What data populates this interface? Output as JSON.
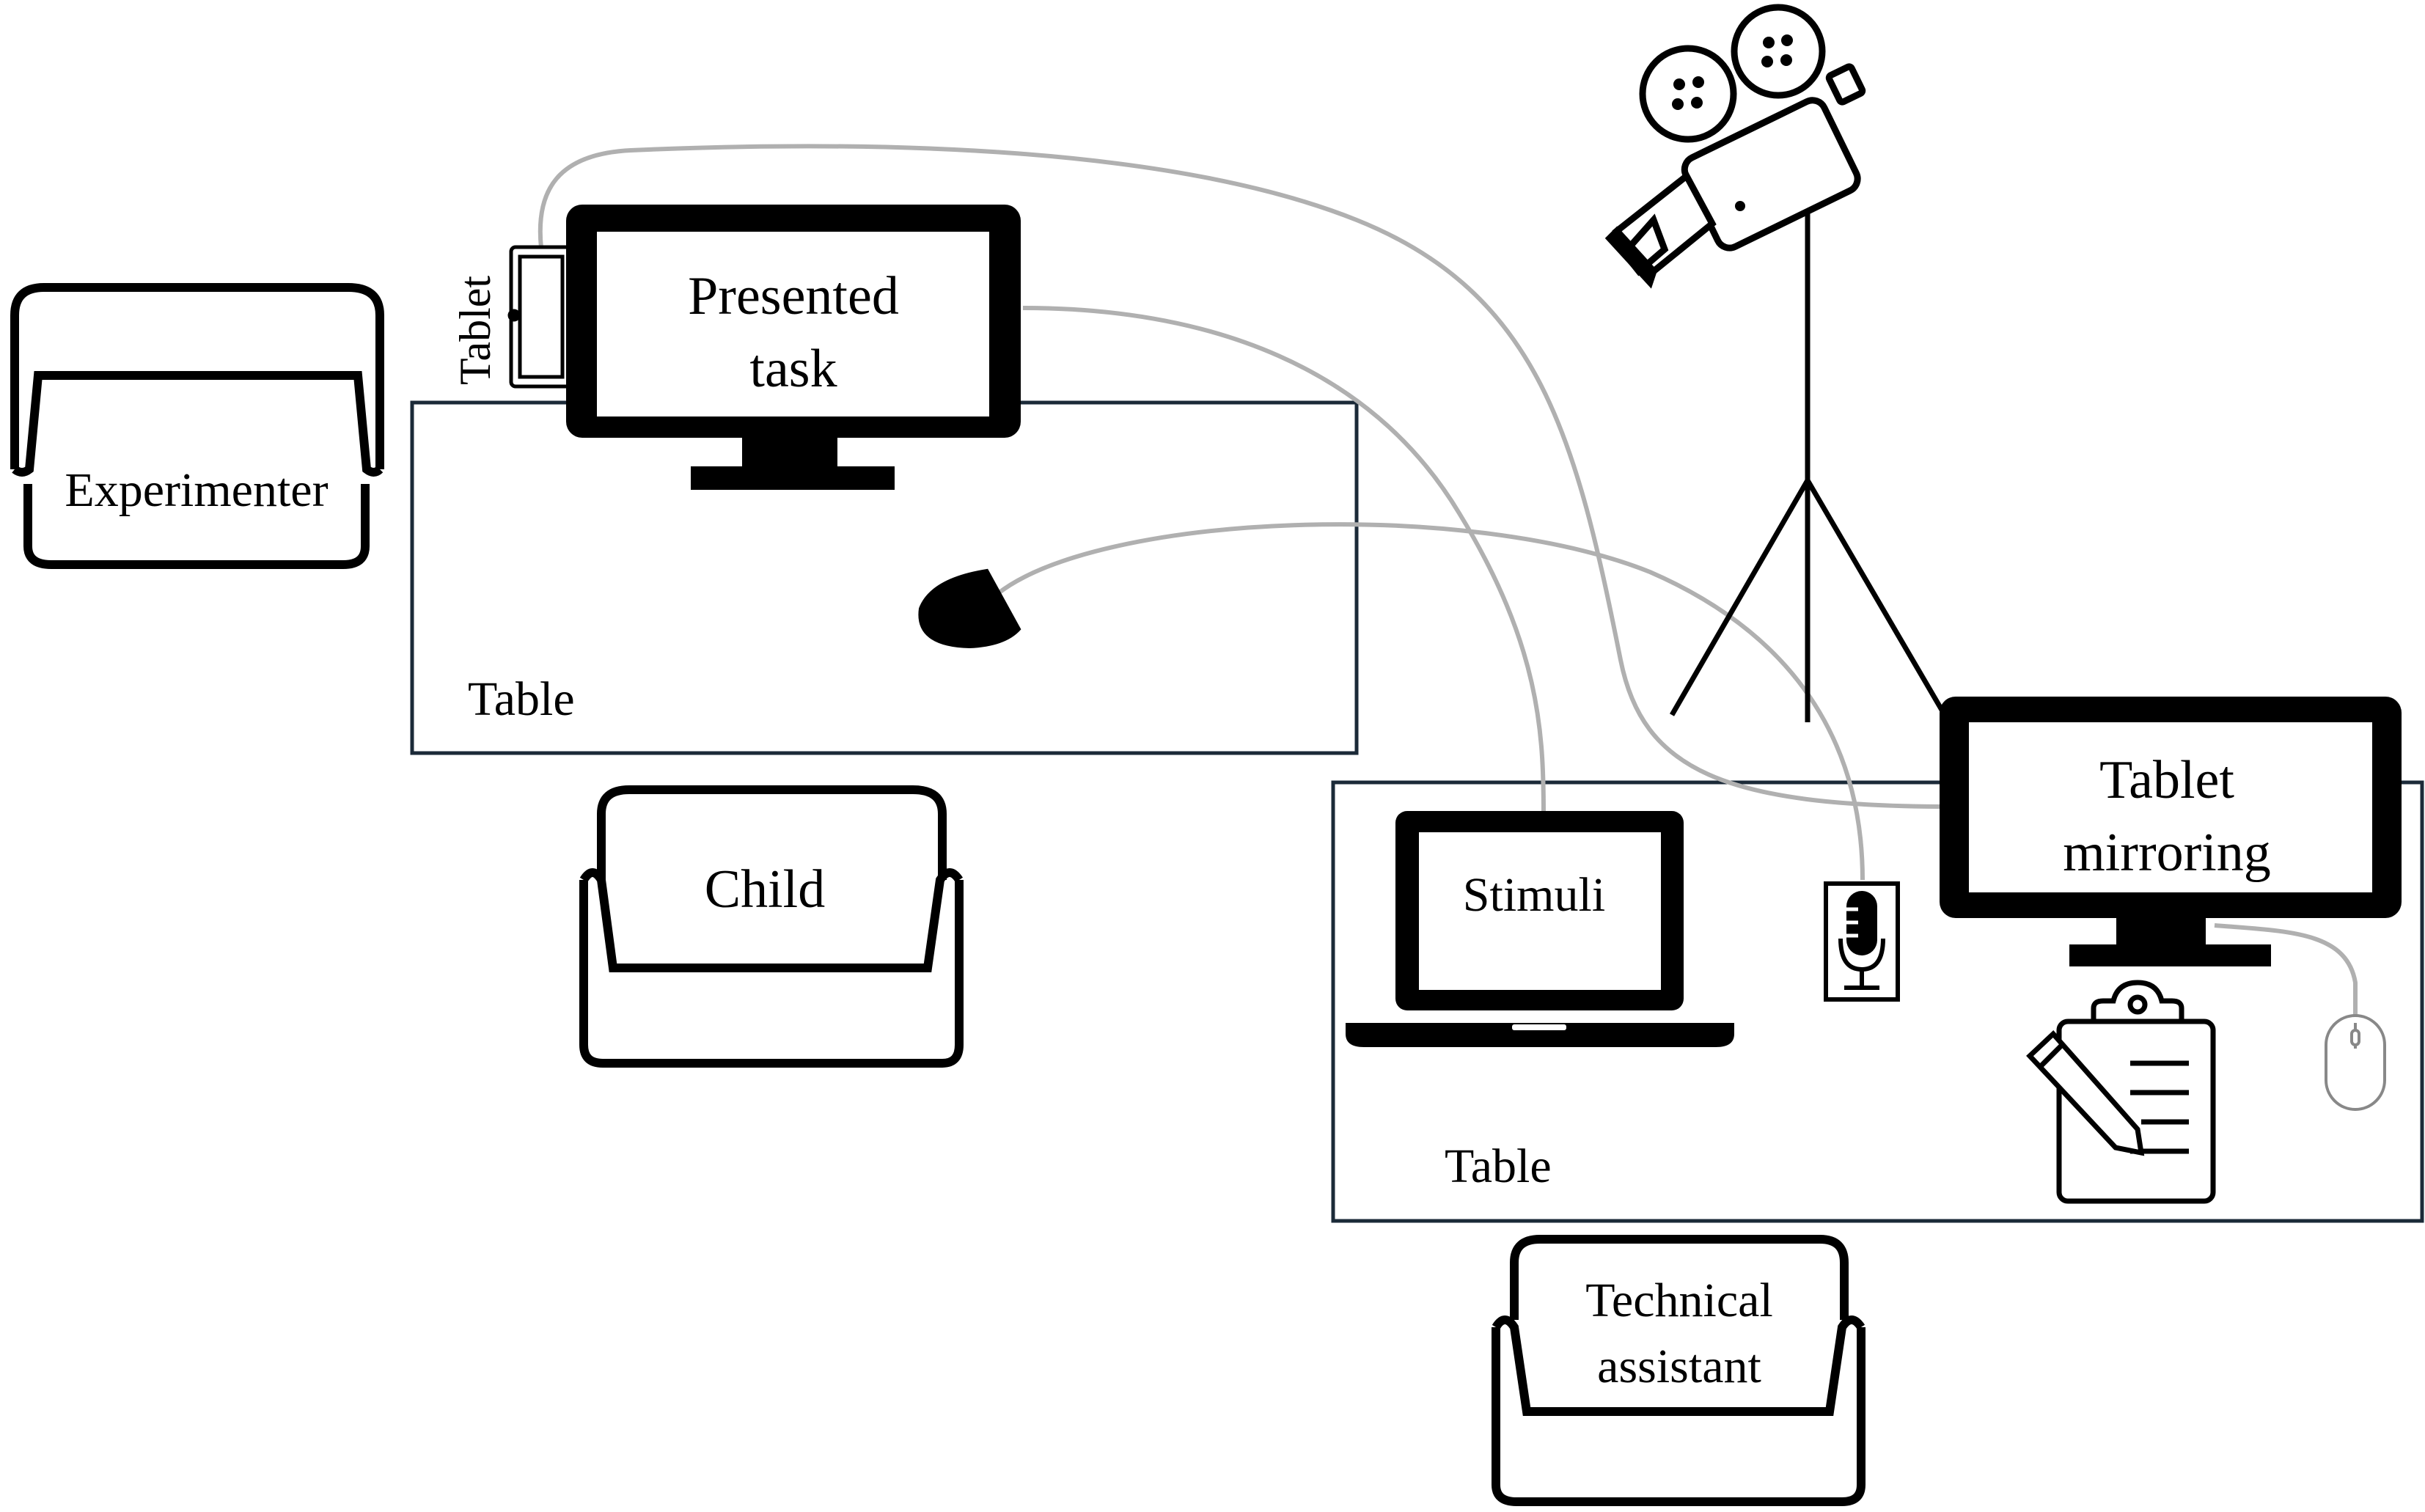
{
  "labels": {
    "experimenter": "Experimenter",
    "child": "Child",
    "technical_assistant_line1": "Technical",
    "technical_assistant_line2": "assistant",
    "presented_task_line1": "Presented",
    "presented_task_line2": "task",
    "tablet": "Tablet",
    "table_left": "Table",
    "table_right": "Table",
    "stimuli": "Stimuli",
    "tablet_mirroring_line1": "Tablet",
    "tablet_mirroring_line2": "mirroring"
  },
  "icons": [
    "armchair-icon",
    "monitor-icon",
    "tablet-icon",
    "speaker-icon",
    "video-camera-icon",
    "tripod-icon",
    "laptop-icon",
    "microphone-icon",
    "clipboard-pencil-icon",
    "mouse-icon"
  ],
  "colors": {
    "ink": "#000000",
    "table_outline": "#1b2a38",
    "cable": "#b0b0b0"
  }
}
